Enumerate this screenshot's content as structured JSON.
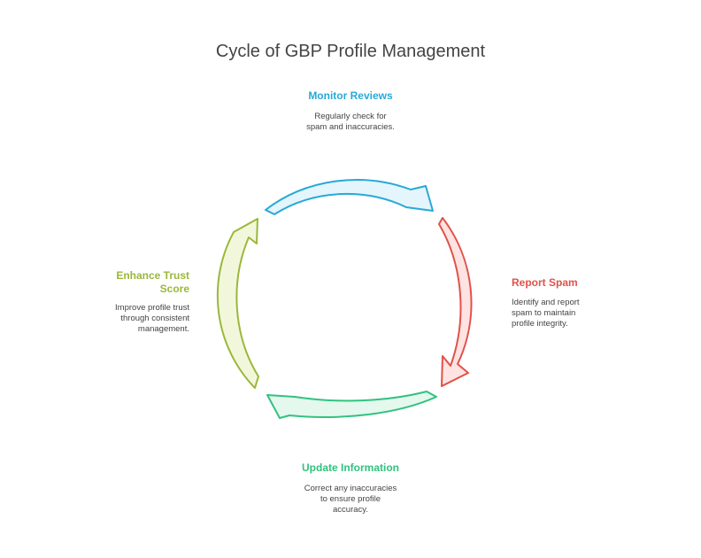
{
  "title": "Cycle of GBP Profile Management",
  "stages": [
    {
      "title": "Monitor Reviews",
      "description": "Regularly check for spam and inaccuracies.",
      "color": "#27a9d8",
      "fill": "#e4f5fb"
    },
    {
      "title": "Report Spam",
      "description": "Identify and report spam to maintain profile integrity.",
      "color": "#e0524a",
      "fill": "#fde3e2"
    },
    {
      "title": "Update Information",
      "description": "Correct any inaccuracies to ensure profile accuracy.",
      "color": "#32c27f",
      "fill": "#e4f8ee"
    },
    {
      "title": "Enhance Trust Score",
      "description": "Improve profile trust through consistent management.",
      "color": "#9ab83a",
      "fill": "#f2f7dc"
    }
  ]
}
